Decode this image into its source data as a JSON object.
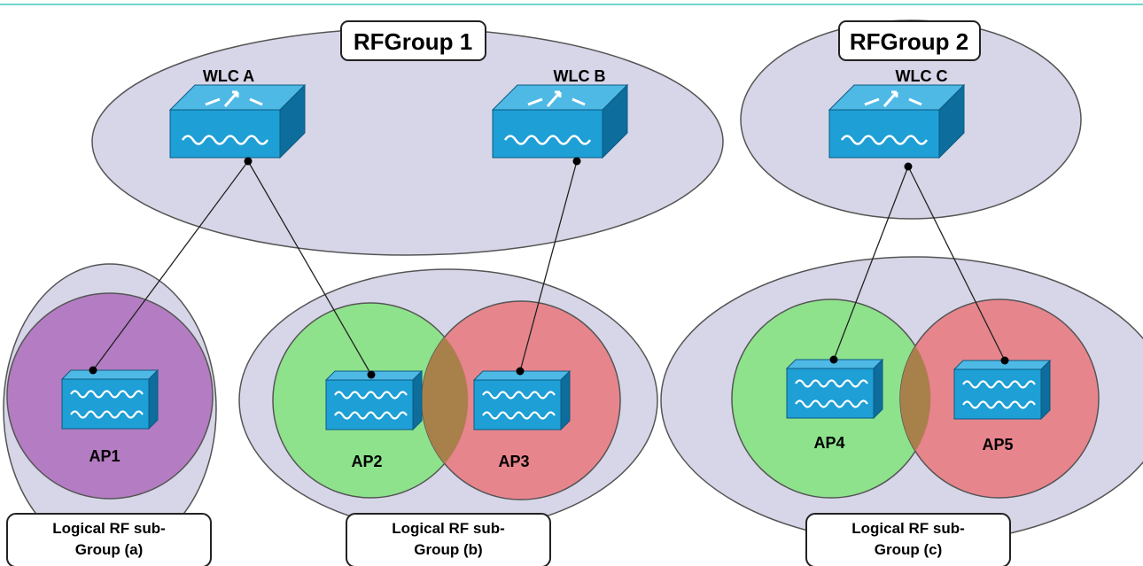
{
  "rf_groups": [
    {
      "label": "RFGroup 1"
    },
    {
      "label": "RFGroup 2"
    }
  ],
  "controllers": [
    {
      "label": "WLC A"
    },
    {
      "label": "WLC B"
    },
    {
      "label": "WLC C"
    }
  ],
  "access_points": [
    {
      "label": "AP1"
    },
    {
      "label": "AP2"
    },
    {
      "label": "AP3"
    },
    {
      "label": "AP4"
    },
    {
      "label": "AP5"
    }
  ],
  "subgroups": [
    {
      "line1": "Logical RF sub-",
      "line2": "Group (a)"
    },
    {
      "line1": "Logical RF sub-",
      "line2": "Group (b)"
    },
    {
      "line1": "Logical RF sub-",
      "line2": "Group (c)"
    }
  ],
  "colors": {
    "group_fill": "#d7d6e8",
    "purple_cell": "#b47cc2",
    "green_cell": "#8ee28c",
    "red_cell": "#e87e84",
    "device_top": "#4fb9e6",
    "device_front": "#1e9fd6",
    "device_side": "#0d6d9c",
    "top_rule": "#6fd6cc"
  }
}
